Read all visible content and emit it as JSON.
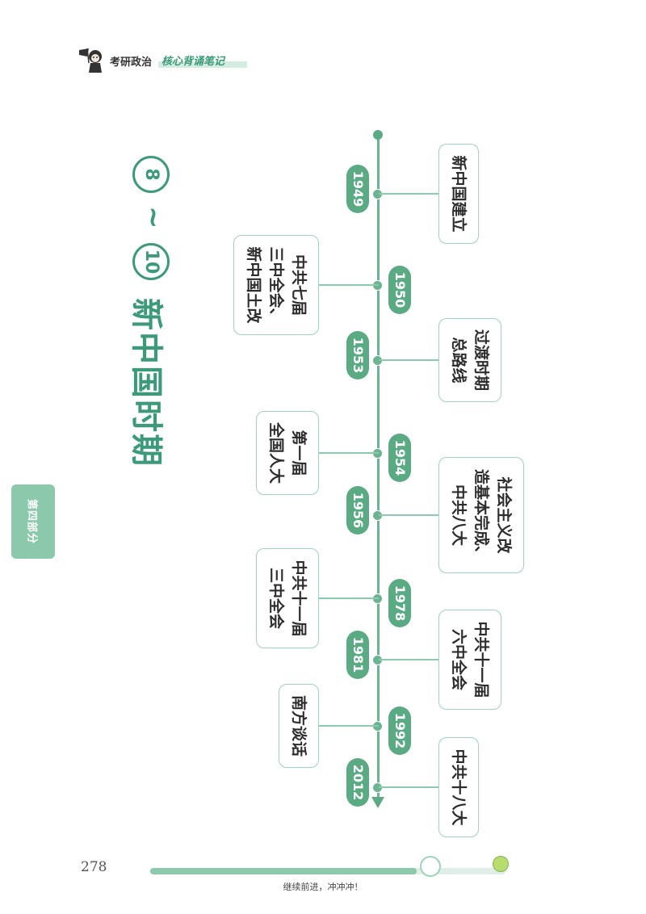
{
  "header": {
    "main": "考研政治",
    "sub": "核心背诵笔记"
  },
  "side_tab": "第四部分",
  "section": {
    "num_start": "8",
    "tilde": "~",
    "num_end": "10",
    "title": "新中国时期"
  },
  "timeline": [
    {
      "year": "1949",
      "event": "新中国建立"
    },
    {
      "year": "1950",
      "event": "中共七届\n三中全会、\n新中国土改"
    },
    {
      "year": "1953",
      "event": "过渡时期\n总路线"
    },
    {
      "year": "1954",
      "event": "第一届\n全国人大"
    },
    {
      "year": "1956",
      "event": "社会主义改\n造基本完成、\n中共八大"
    },
    {
      "year": "1978",
      "event": "中共十一届\n三中全会"
    },
    {
      "year": "1981",
      "event": "中共十一届\n六中全会"
    },
    {
      "year": "1992",
      "event": "南方谈话"
    },
    {
      "year": "2012",
      "event": "中共十八大"
    }
  ],
  "footer": {
    "page_number": "278",
    "slogan": "继续前进，冲冲冲！",
    "progress": 0.75
  },
  "colors": {
    "accent": "#3c9a79",
    "pill": "#5aaa84",
    "box_border": "#9fd3bb"
  }
}
